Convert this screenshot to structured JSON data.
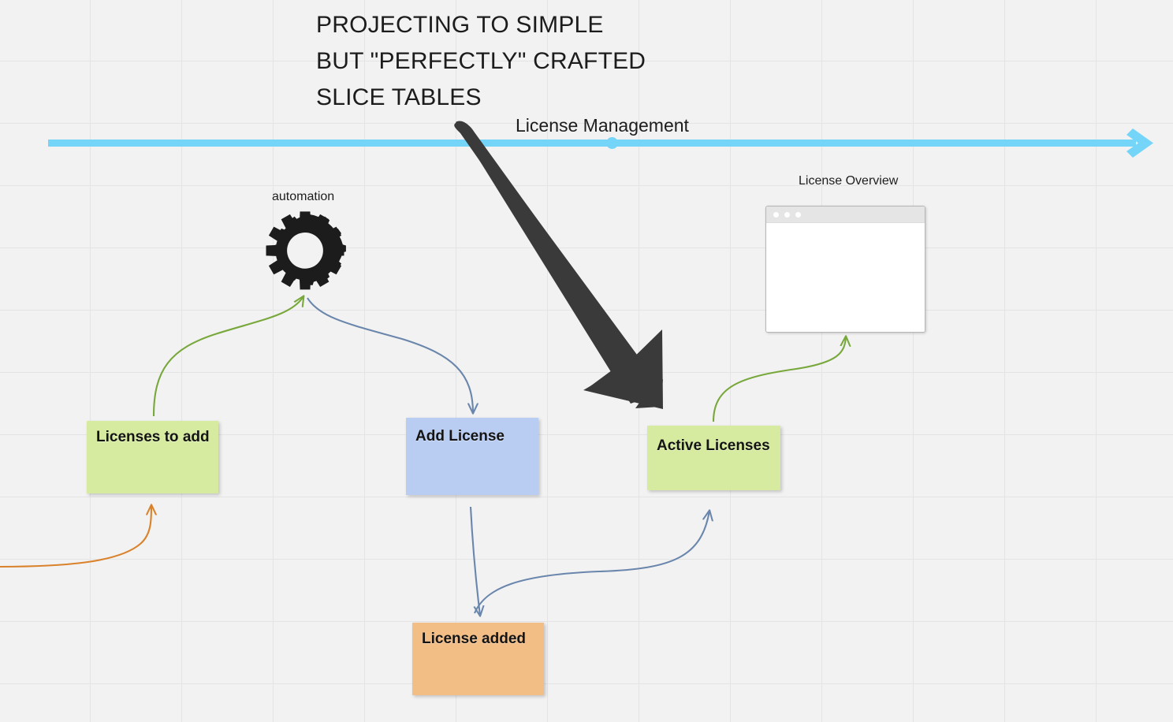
{
  "headline": {
    "line1": "PROJECTING TO SIMPLE",
    "line2": "BUT \"PERFECTLY\" CRAFTED",
    "line3": "SLICE TABLES"
  },
  "timeline": {
    "label": "License Management",
    "color": "#74d5f8",
    "marker_label": ""
  },
  "big_arrow": {
    "color": "#3a3a3a",
    "points_to": "Active Licenses"
  },
  "automation": {
    "label": "automation",
    "icon": "gear-icon",
    "color": "#1c1c1c"
  },
  "window_mock": {
    "label": "License Overview",
    "titlebar_color": "#e5e5e5",
    "body_color": "#ffffff",
    "dots": 3
  },
  "notes": [
    {
      "id": "licenses-to-add",
      "label": "Licenses to add",
      "color": "#d6eba0",
      "kind": "data"
    },
    {
      "id": "add-license",
      "label": "Add License",
      "color": "#b9cdf2",
      "kind": "command"
    },
    {
      "id": "active-licenses",
      "label": "Active Licenses",
      "color": "#d6eba0",
      "kind": "data"
    },
    {
      "id": "license-added",
      "label": "License added",
      "color": "#f3bd86",
      "kind": "event"
    }
  ],
  "connectors": [
    {
      "id": "licenses-to-add-to-automation",
      "from": "Licenses to add",
      "to": "automation",
      "color": "#78a83c"
    },
    {
      "id": "automation-to-add-license",
      "from": "automation",
      "to": "Add License",
      "color": "#6a86ac"
    },
    {
      "id": "add-license-to-license-added",
      "from": "Add License",
      "to": "License added",
      "color": "#6a86ac"
    },
    {
      "id": "license-added-to-active-licenses",
      "from": "License added",
      "to": "Active Licenses",
      "color": "#6a86ac"
    },
    {
      "id": "active-licenses-to-license-overview",
      "from": "Active Licenses",
      "to": "License Overview",
      "color": "#78a83c"
    },
    {
      "id": "offscreen-to-licenses-to-add",
      "from": "",
      "to": "Licenses to add",
      "color": "#d9822b"
    }
  ],
  "canvas": {
    "background": "#f2f2f2",
    "grid_color": "#e4e4e4"
  }
}
